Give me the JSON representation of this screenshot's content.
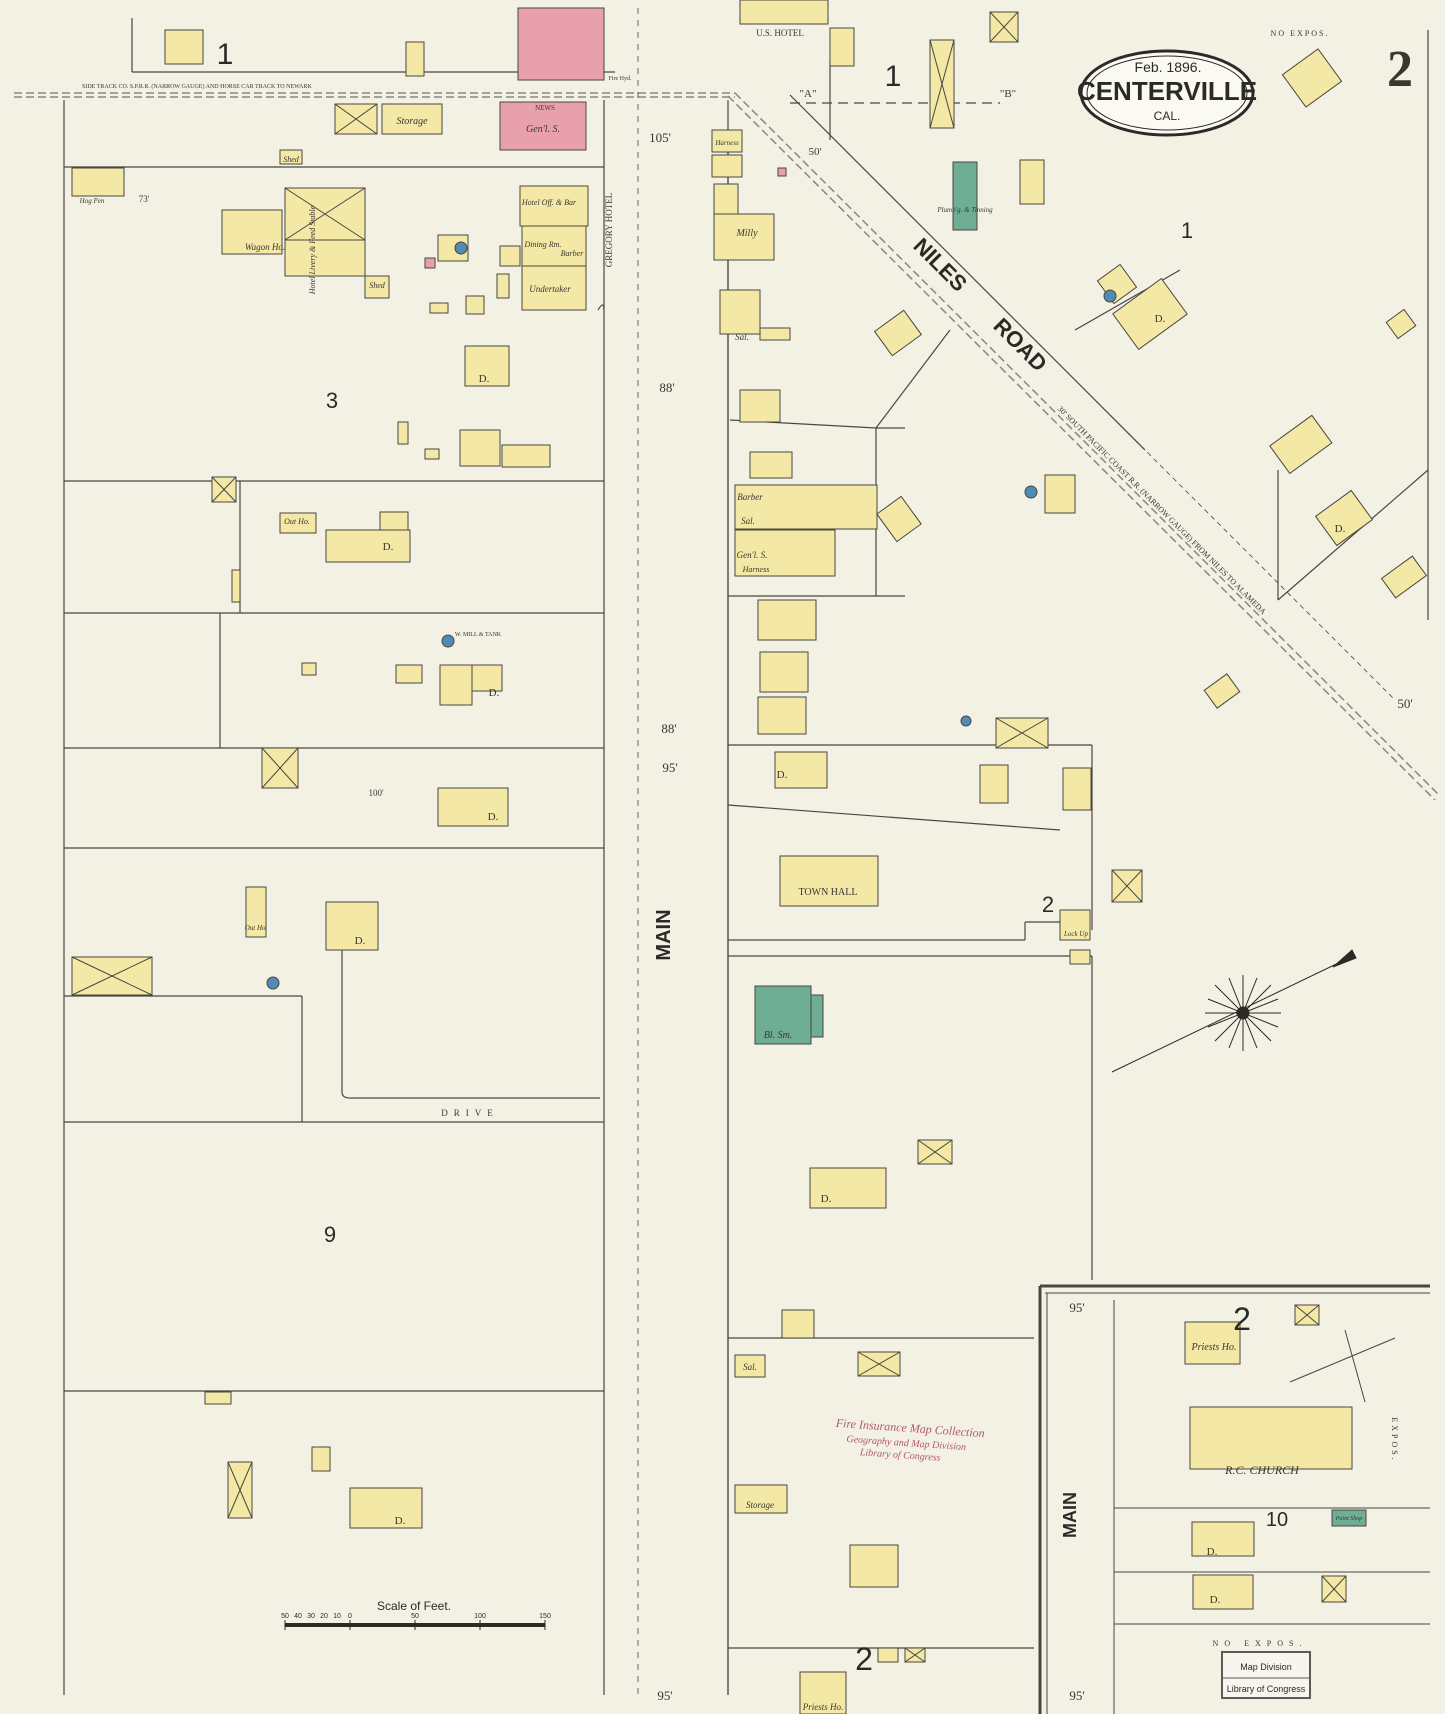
{
  "sheet": {
    "number": "2",
    "title": "CENTERVILLE",
    "date": "Feb. 1896.",
    "state": "CAL."
  },
  "streets": {
    "main": "MAIN",
    "niles_road_1": "NILES",
    "niles_road_2": "ROAD",
    "drive": "DRIVE",
    "main_inset": "MAIN",
    "rail_spur_note": "SIDE TRACK CO.  S.P.R.R. (NARROW GAUGE) AND HORSE CAR TRACK TO NEWARK",
    "rail_diag_note": "30' SOUTH PACIFIC COAST R.R. (NARROW GAUGE) FROM NILES TO ALAMEDA"
  },
  "block_numbers": {
    "b1_top_left": "1",
    "b1_top_center": "1",
    "b1_right": "1",
    "b3": "3",
    "b9": "9",
    "b2_center": "2",
    "b2_bottom": "2",
    "b2_inset": "2",
    "b10_inset": "10"
  },
  "section_markers": {
    "a": "\"A\"",
    "b": "\"B\""
  },
  "buildings": {
    "us_hotel": "U.S. HOTEL",
    "storage_top": "Storage",
    "genl_store_top": "Gen'l. S.",
    "news": "NEWS",
    "shed_top": "Shed",
    "hog_pen": "Hog Pen",
    "wagon_ho": "Wagon Ho.",
    "hotel_livery": "Hotel Livery & Feed Stable",
    "hotel_office": "Hotel Off. & Bar",
    "dining_room": "Dining Rm.",
    "barber_top": "Barber",
    "undertaker": "Undertaker",
    "gregory_hotel": "GREGORY HOTEL",
    "shed_mid": "Shed",
    "out_ho_1": "Out Ho.",
    "out_ho_2": "Out Ho.",
    "milly": "Milly",
    "harness_top": "Harness",
    "plumbing": "Plumb'g. & Tinning",
    "sal_1": "Sal.",
    "barber_mid": "Barber",
    "sal_2": "Sal.",
    "genl_store_mid": "Gen'l. S.",
    "harness_mid": "Harness",
    "town_hall": "TOWN HALL",
    "lock_up": "Lock Up",
    "bl_sm": "Bl. Sm.",
    "sal_3": "Sal.",
    "storage_bottom": "Storage",
    "priests_ho_bottom": "Priests Ho.",
    "priests_ho_inset": "Priests Ho.",
    "rc_church": "R.C. CHURCH",
    "paint_shop": "Paint Shop",
    "dwelling": "D."
  },
  "notes": {
    "no_expos_top": "NO EXPOS.",
    "no_expos_bottom": "NO EXPOS.",
    "expos_side": "EXPOS.",
    "fire_hyd": "Fire Hyd.",
    "wind_mill": "W. MILL & TANK"
  },
  "dimensions": {
    "d105": "105'",
    "d88a": "88'",
    "d88b": "88'",
    "d95a": "95'",
    "d95b": "95'",
    "d95c": "95'",
    "d95d": "95'",
    "d50a": "50'",
    "d50b": "50'",
    "d73": "73'",
    "d100": "100'"
  },
  "scale_bar": {
    "title": "Scale of Feet.",
    "ticks": [
      "50",
      "40",
      "30",
      "20",
      "10",
      "0",
      "50",
      "100",
      "150"
    ]
  },
  "stamps": {
    "fire_1": "Fire Insurance Map Collection",
    "fire_2": "Geography and Map Division",
    "fire_3": "Library of Congress",
    "box_1": "Map Division",
    "box_2": "Library of Congress"
  },
  "colors": {
    "paper": "#f3f0e4",
    "frame_wood": "#f3e8a6",
    "brick": "#e8a0ae",
    "stone": "#6fae94",
    "line": "#4a4740",
    "rail": "#8a877e"
  }
}
